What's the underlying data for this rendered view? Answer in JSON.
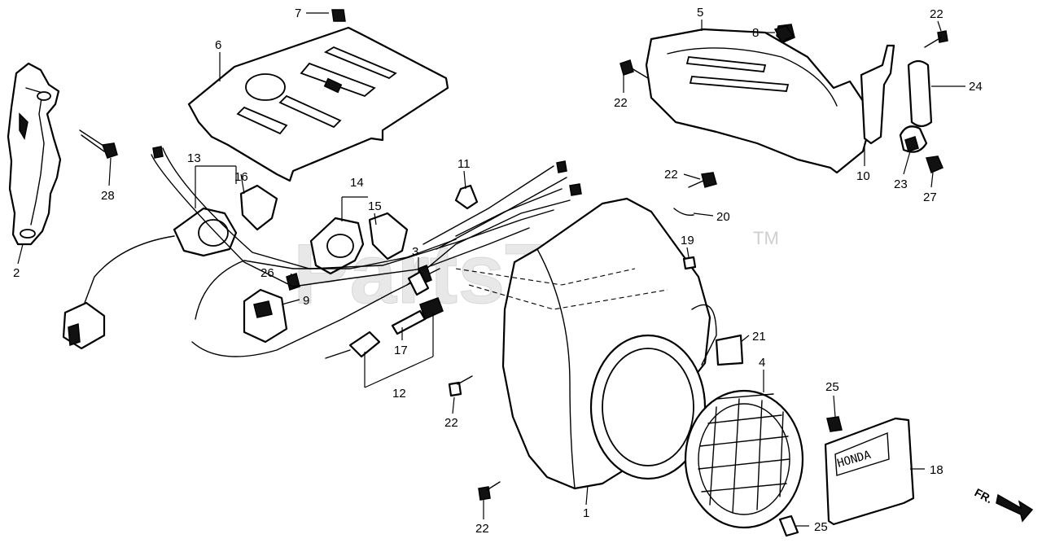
{
  "watermark": {
    "text": "PartsTree",
    "trademark": "TM"
  },
  "callouts": {
    "c1": "1",
    "c2": "2",
    "c3": "3",
    "c4": "4",
    "c5": "5",
    "c6": "6",
    "c7": "7",
    "c8": "8",
    "c9": "9",
    "c10": "10",
    "c11": "11",
    "c12": "12",
    "c13": "13",
    "c14": "14",
    "c15": "15",
    "c16": "16",
    "c17": "17",
    "c18": "18",
    "c19": "19",
    "c20": "20",
    "c21": "21",
    "c22a": "22",
    "c22b": "22",
    "c22c": "22",
    "c22d": "22",
    "c22e": "22",
    "c23": "23",
    "c24": "24",
    "c25a": "25",
    "c25b": "25",
    "c26": "26",
    "c27": "27",
    "c28": "28"
  },
  "label_plate_text": "HONDA",
  "direction_indicator": "FR.",
  "icons": {
    "direction": "arrow-right-icon"
  }
}
